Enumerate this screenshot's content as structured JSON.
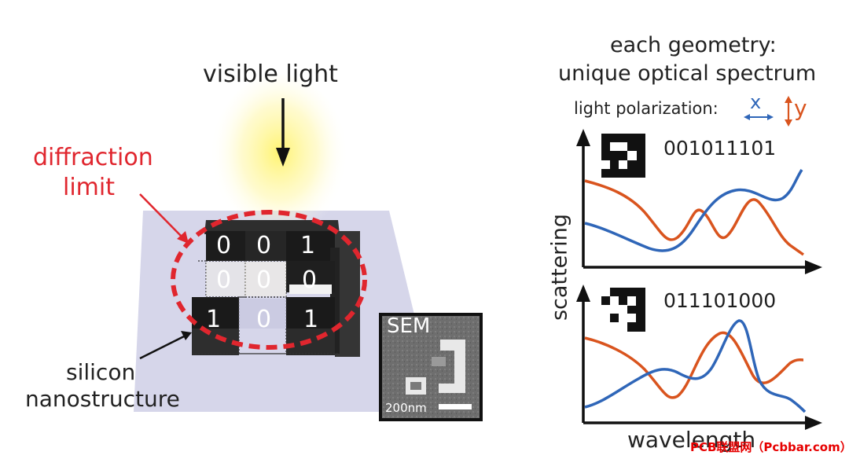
{
  "left": {
    "visible_light": "visible light",
    "diffraction_limit_line1": "diffraction",
    "diffraction_limit_line2": "limit",
    "silicon_line1": "silicon",
    "silicon_line2": "nanostructure",
    "grid_digits": [
      "0",
      "0",
      "1",
      "0",
      "0",
      "0",
      "1",
      "0",
      "1"
    ],
    "sem_label": "SEM",
    "scale_label": "200nm"
  },
  "right": {
    "heading_line1": "each geometry:",
    "heading_line2": "unique optical spectrum",
    "polarization_label": "light polarization:",
    "pol_x": "x",
    "pol_y": "y",
    "y_axis_label": "scattering",
    "x_axis_label": "wavelength",
    "code_top": "001011101",
    "code_bottom": "011101000"
  },
  "watermark": "PCB联盟网（Pcbbar.com）",
  "colors": {
    "red": "#e0262e",
    "blue": "#2f66b8",
    "orange": "#d9541e",
    "substrate": "#d6d6ea"
  }
}
